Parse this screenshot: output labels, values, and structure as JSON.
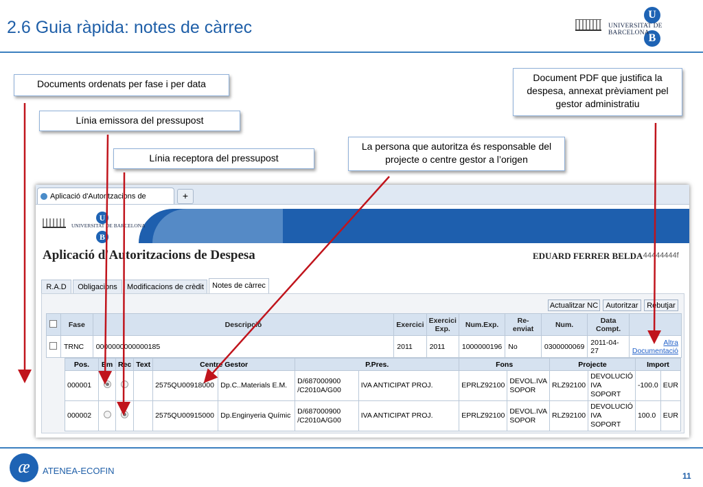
{
  "slide": {
    "title": "2.6 Guia ràpida: notes de càrrec",
    "page_number": "11",
    "university": "UNIVERSITAT DE BARCELONA",
    "footer_brand": "ATENEA-ECOFIN",
    "accent_color": "#1f5fa8",
    "arrow_color": "#c0141c"
  },
  "callouts": {
    "documents_ordenats": "Documents ordenats per fase i per data",
    "linia_emissora": "Línia emissora del pressupost",
    "linia_receptora": "Línia receptora del pressupost",
    "persona_autoritza": "La persona que autoritza és responsable del projecte o centre gestor a l’origen",
    "document_pdf": "Document PDF que justifica la despesa, annexat prèviament pel gestor administratiu"
  },
  "browser": {
    "tab_label": "Aplicació d'Autoritzacions de Despesa",
    "new_tab": "+"
  },
  "app": {
    "title": "Aplicació d'Autoritzacions de Despesa",
    "user_name": "EDUARD FERRER BELDA",
    "user_id": "- 44444444f",
    "tabs": [
      "R.A.D",
      "Obligacions",
      "Modificacions de crèdit",
      "Notes de càrrec"
    ],
    "buttons": {
      "actualitzar": "Actualitzar NC",
      "autoritzar": "Autoritzar",
      "rebutjar": "Rebutjar"
    },
    "main_table": {
      "headers": [
        "Fase",
        "Descripció",
        "Exercici",
        "Exercici Exp.",
        "Num.Exp.",
        "Re-enviat",
        "Num.",
        "Data Compt."
      ],
      "row": {
        "fase": "TRNC",
        "descripcio": "0000000000000185",
        "exercici": "2011",
        "exercici_exp": "2011",
        "num_exp": "1000000196",
        "reenviat": "No",
        "num": "0300000069",
        "data": "2011-04-27",
        "link1": "Altra",
        "link2": "Documentació"
      }
    },
    "sub_table": {
      "headers": [
        "Pos.",
        "Em",
        "Rec",
        "Text",
        "Centre Gestor",
        "P.Pres.",
        "Fons",
        "Projecte",
        "Import"
      ],
      "rows": [
        {
          "pos": "000001",
          "em": true,
          "rec": false,
          "cg_code": "2575QU00918000",
          "cg_name": "Dp.C..Materials E.M.",
          "pp1": "D/687000900",
          "pp2": "/C2010A/G00",
          "pp_desc": "IVA ANTICIPAT PROJ.",
          "fons_code": "EPRLZ92100",
          "fons1": "DEVOL.IVA",
          "fons2": "SOPOR",
          "proj_code": "RLZ92100",
          "proj1": "DEVOLUCIÓ",
          "proj2": "IVA",
          "proj3": "SOPORT",
          "import": "-100.0",
          "currency": "EUR"
        },
        {
          "pos": "000002",
          "em": false,
          "rec": true,
          "cg_code": "2575QU00915000",
          "cg_name": "Dp.Enginyeria Químic",
          "pp1": "D/687000900",
          "pp2": "/C2010A/G00",
          "pp_desc": "IVA ANTICIPAT PROJ.",
          "fons_code": "EPRLZ92100",
          "fons1": "DEVOL.IVA",
          "fons2": "SOPOR",
          "proj_code": "RLZ92100",
          "proj1": "DEVOLUCIÓ",
          "proj2": "IVA",
          "proj3": "SOPORT",
          "import": "100.0",
          "currency": "EUR"
        }
      ]
    }
  }
}
